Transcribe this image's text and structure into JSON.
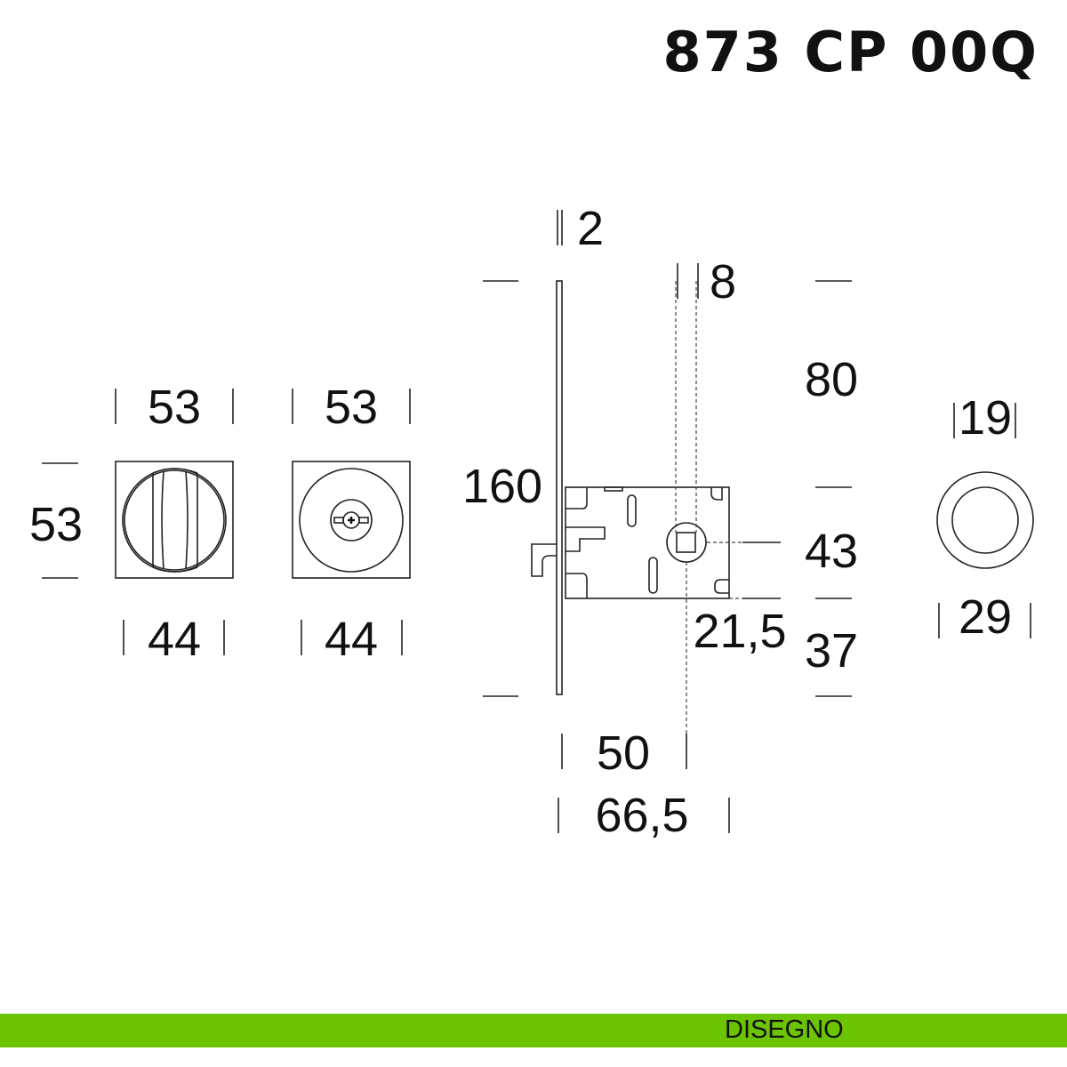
{
  "title": "873 CP 00Q",
  "footer": {
    "label": "DISEGNO",
    "color": "#6cc400"
  },
  "rose_thumbturn": {
    "width": "53",
    "height": "53",
    "inner": "44"
  },
  "rose_release": {
    "width": "53",
    "inner": "44"
  },
  "lock": {
    "faceplate_thickness": "2",
    "faceplate_height": "160",
    "spindle": "8",
    "top_to_spindle": "80",
    "body_height": "43",
    "bottom": "37",
    "offset": "21,5",
    "backset": "50",
    "depth": "66,5"
  },
  "ring_pull": {
    "inner": "19",
    "outer": "29"
  }
}
